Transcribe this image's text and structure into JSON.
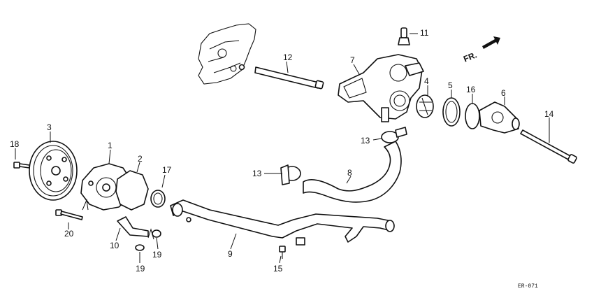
{
  "diagram": {
    "direction_label": "FR.",
    "figure_code": "ER-071",
    "callouts": {
      "c1": "1",
      "c2": "2",
      "c3": "3",
      "c4": "4",
      "c5": "5",
      "c6": "6",
      "c7": "7",
      "c8": "8",
      "c9": "9",
      "c10": "10",
      "c11": "11",
      "c12": "12",
      "c13a": "13",
      "c13b": "13",
      "c14": "14",
      "c15": "15",
      "c16": "16",
      "c17": "17",
      "c18": "18",
      "c19a": "19",
      "c19b": "19",
      "c20": "20"
    }
  }
}
